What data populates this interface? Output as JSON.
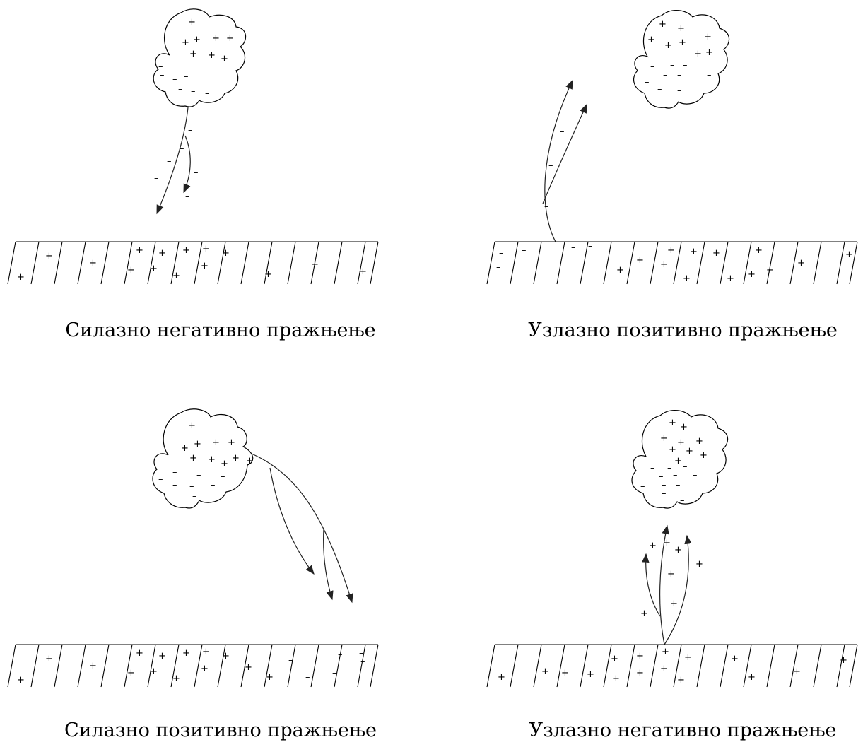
{
  "panels": [
    {
      "caption": "Силазно негативно пражњење",
      "direction": "downward",
      "leader_charge": "-"
    },
    {
      "caption": "Узлазно позитивно пражњење",
      "direction": "upward",
      "leader_charge": "-"
    },
    {
      "caption": "Силазно позитивно пражњење",
      "direction": "downward",
      "leader_charge": "+"
    },
    {
      "caption": "Узлазно негативно пражњење",
      "direction": "upward",
      "leader_charge": "+"
    }
  ],
  "symbols": {
    "positive": "+",
    "negative": "–"
  }
}
